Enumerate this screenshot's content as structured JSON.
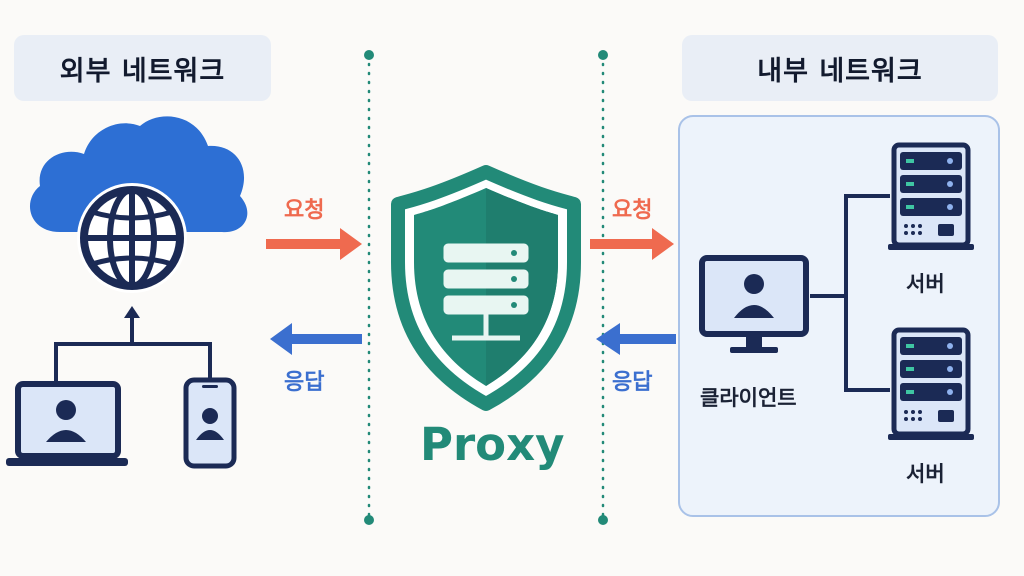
{
  "external": {
    "title": "외부 네트워크"
  },
  "internal": {
    "title": "내부 네트워크"
  },
  "flow": {
    "request": "요청",
    "response": "응답"
  },
  "proxy": {
    "label": "Proxy"
  },
  "client": {
    "label": "클라이언트"
  },
  "servers": [
    {
      "label": "서버"
    },
    {
      "label": "서버"
    }
  ],
  "colors": {
    "request": "#ef6a4f",
    "response": "#3b6fcf",
    "proxy": "#228a78",
    "cloud": "#2d6fd4",
    "navy": "#1b2a55",
    "panel": "#edf3fb"
  }
}
